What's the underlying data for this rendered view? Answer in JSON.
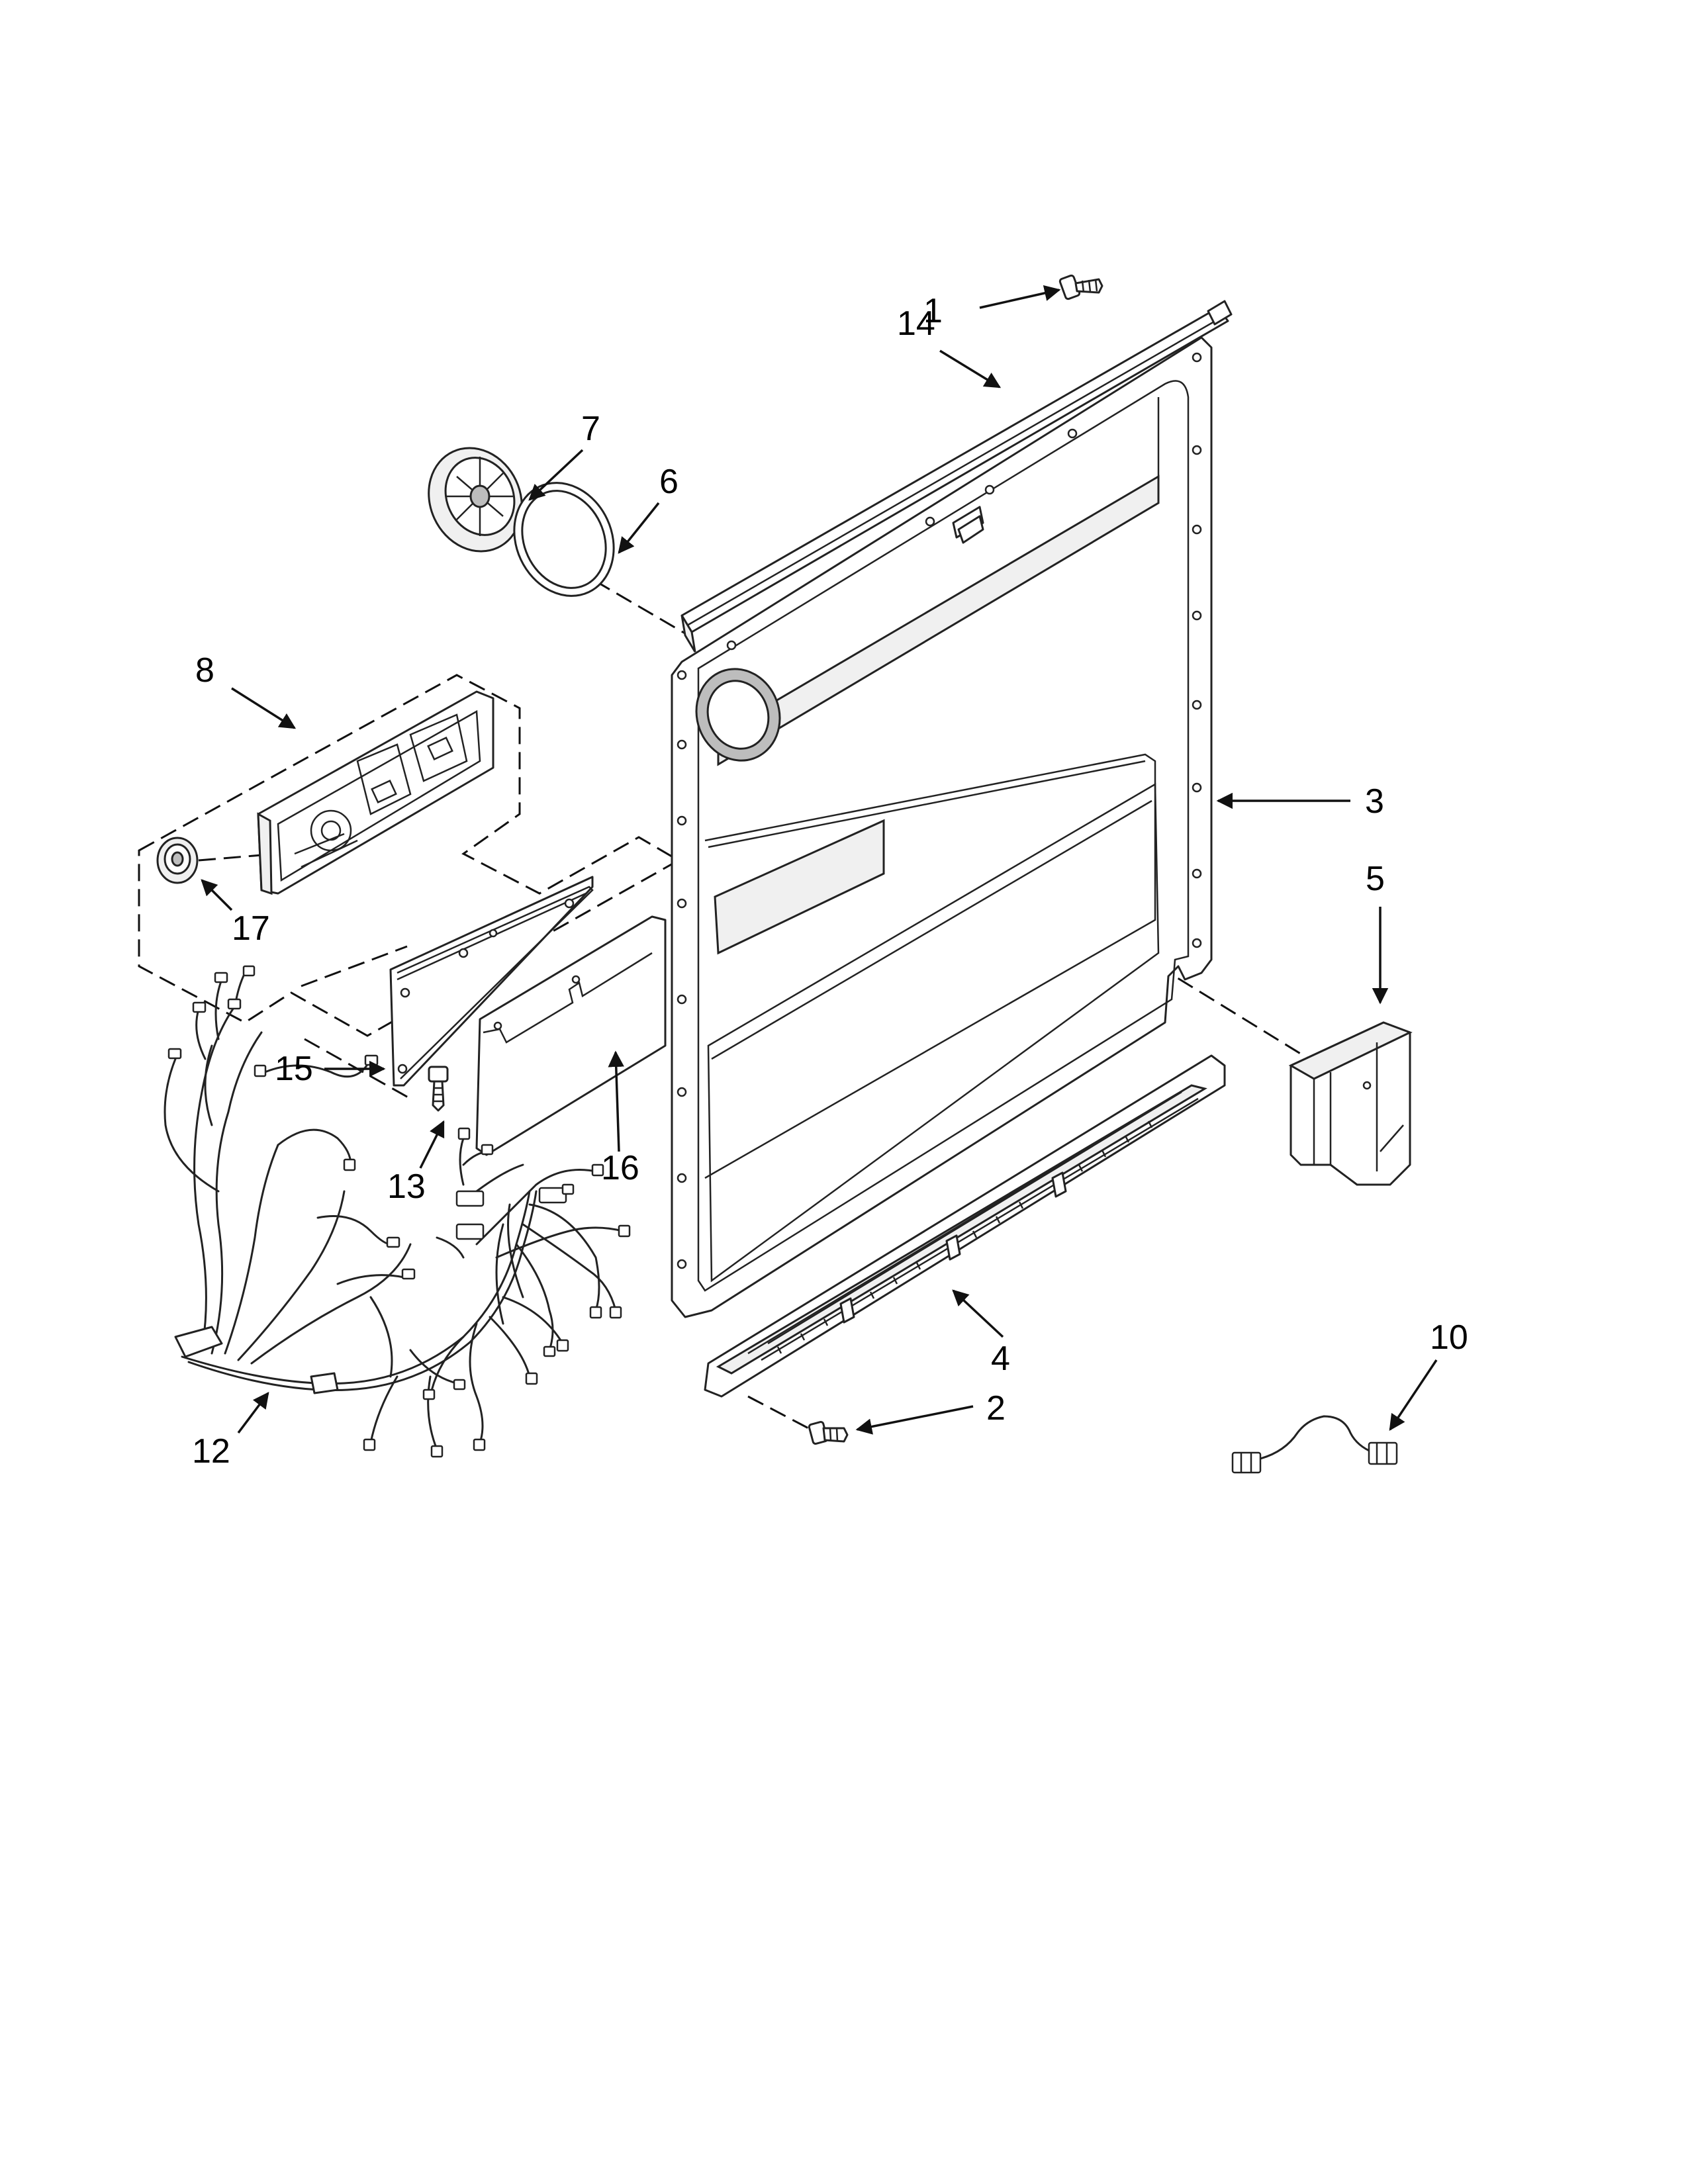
{
  "callouts": [
    {
      "id": "c1",
      "label": "1"
    },
    {
      "id": "c14",
      "label": "14"
    },
    {
      "id": "c7",
      "label": "7"
    },
    {
      "id": "c6",
      "label": "6"
    },
    {
      "id": "c8",
      "label": "8"
    },
    {
      "id": "c3",
      "label": "3"
    },
    {
      "id": "c5",
      "label": "5"
    },
    {
      "id": "c17",
      "label": "17"
    },
    {
      "id": "c15",
      "label": "15"
    },
    {
      "id": "c13",
      "label": "13"
    },
    {
      "id": "c16",
      "label": "16"
    },
    {
      "id": "c4",
      "label": "4"
    },
    {
      "id": "c10",
      "label": "10"
    },
    {
      "id": "c2",
      "label": "2"
    },
    {
      "id": "c12",
      "label": "12"
    }
  ],
  "colors": {
    "line": "#222222",
    "background": "#ffffff",
    "shade": "#bdbdbd"
  }
}
